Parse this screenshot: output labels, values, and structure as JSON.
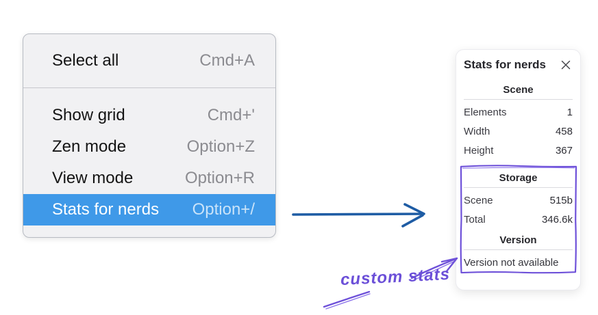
{
  "context_menu": {
    "items": [
      {
        "label": "Select all",
        "shortcut": "Cmd+A",
        "highlighted": false
      },
      {
        "label": "Show grid",
        "shortcut": "Cmd+'",
        "highlighted": false
      },
      {
        "label": "Zen mode",
        "shortcut": "Option+Z",
        "highlighted": false
      },
      {
        "label": "View mode",
        "shortcut": "Option+R",
        "highlighted": false
      },
      {
        "label": "Stats for nerds",
        "shortcut": "Option+/",
        "highlighted": true
      }
    ],
    "highlight_color": "#3f99e8"
  },
  "stats_panel": {
    "title": "Stats for nerds",
    "close_icon": "close-icon",
    "sections": [
      {
        "header": "Scene",
        "rows": [
          {
            "label": "Elements",
            "value": "1"
          },
          {
            "label": "Width",
            "value": "458"
          },
          {
            "label": "Height",
            "value": "367"
          }
        ]
      },
      {
        "header": "Storage",
        "rows": [
          {
            "label": "Scene",
            "value": "515b"
          },
          {
            "label": "Total",
            "value": "346.6k"
          }
        ]
      },
      {
        "header": "Version",
        "note": "Version not available"
      }
    ]
  },
  "annotations": {
    "label": "custom stats",
    "arrow_blue_color": "#1e5ca4",
    "purple_color": "#6e51d9"
  }
}
